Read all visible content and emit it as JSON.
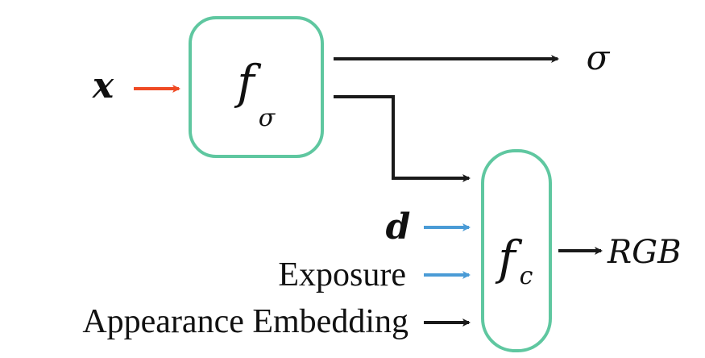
{
  "nodes": {
    "sigma_net": {
      "symbol": "f",
      "subscript": "σ"
    },
    "color_net": {
      "symbol": "f",
      "subscript": "c"
    }
  },
  "inputs": {
    "x": "x",
    "d": "d",
    "exposure": "Exposure",
    "appearance": "Appearance Embedding"
  },
  "outputs": {
    "sigma": "σ",
    "rgb": "RGB"
  },
  "colors": {
    "node_border": "#5fc7a0",
    "arrow_default": "#1a1a1a",
    "arrow_x": "#ef4a24",
    "arrow_blue": "#4a9bd6"
  }
}
